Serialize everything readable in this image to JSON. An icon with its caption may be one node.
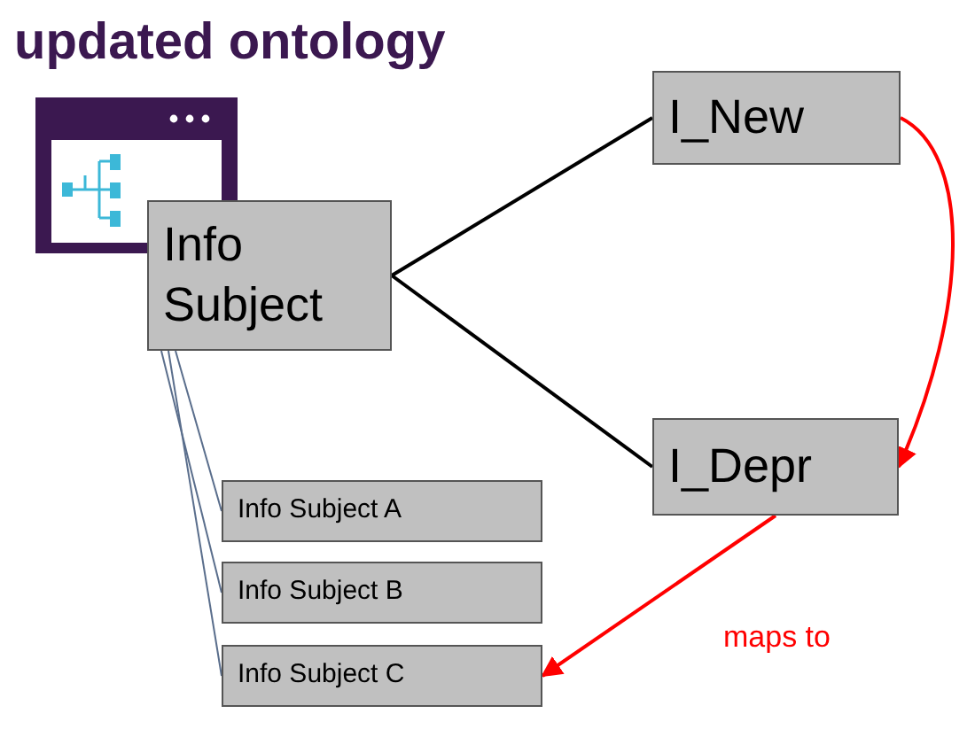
{
  "diagram": {
    "title": "updated ontology",
    "nodes": [
      {
        "text": [
          "Info Subject"
        ]
      },
      {
        "text": [
          "I_New"
        ]
      },
      {
        "text": [
          "I_Depr"
        ]
      },
      {
        "text": [
          "Info Subject A"
        ]
      },
      {
        "text": [
          "Info Subject B"
        ]
      },
      {
        "text": [
          "Info Subject C"
        ]
      }
    ],
    "edges": [
      {
        "from": 0,
        "to": 1,
        "arrow": "none",
        "color": "#000000"
      },
      {
        "from": 0,
        "to": 2,
        "arrow": "none",
        "color": "#000000"
      },
      {
        "from": 0,
        "to": 3,
        "arrow": "none"
      },
      {
        "from": 0,
        "to": 4,
        "arrow": "none"
      },
      {
        "from": 0,
        "to": 5,
        "arrow": "none"
      },
      {
        "from": 1,
        "to": 2,
        "arrow": "to",
        "color": "#ff0000"
      },
      {
        "from": 2,
        "to": 5,
        "arrow": "to",
        "label": "maps to",
        "color": "#ff0000"
      }
    ]
  }
}
